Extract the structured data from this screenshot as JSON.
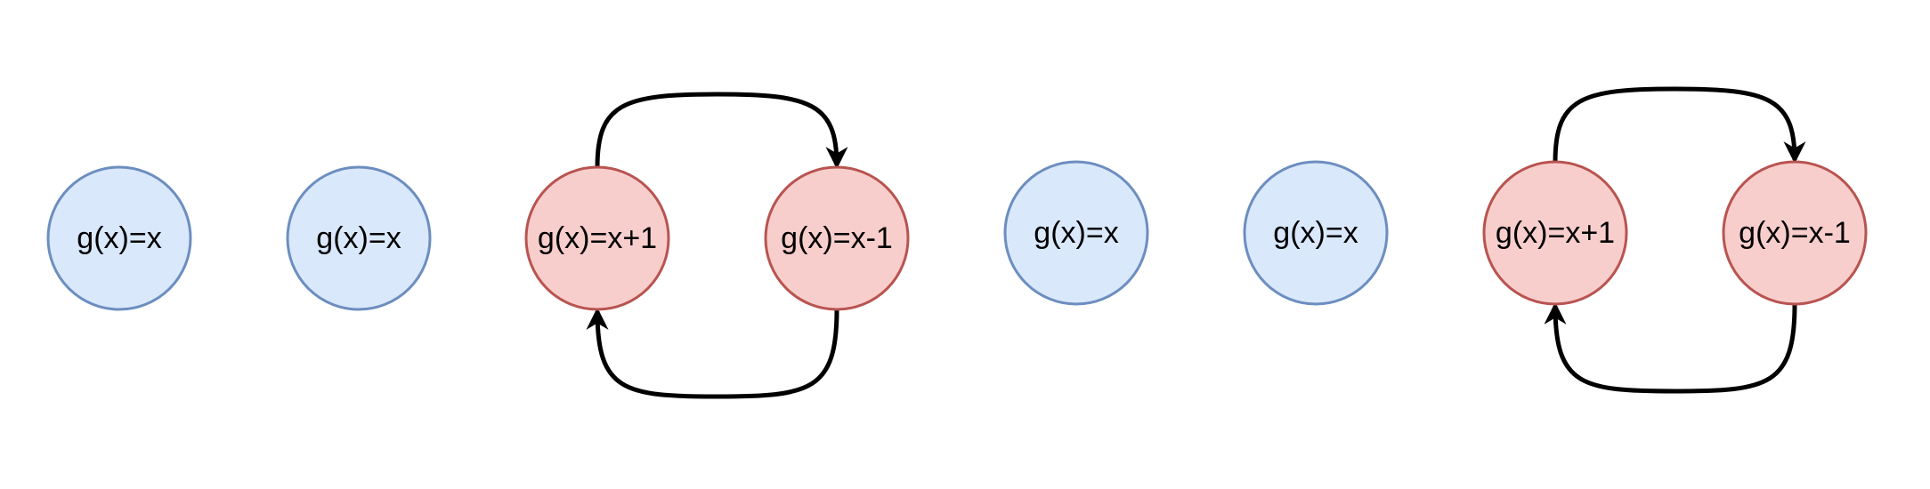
{
  "colors": {
    "identity_fill": "#dae8fc",
    "identity_stroke": "#6c8ebf",
    "shift_fill": "#f8cecc",
    "shift_stroke": "#b85450",
    "edge": "#000000",
    "background": "#ffffff"
  },
  "nodes": [
    {
      "label": "g(x)=x",
      "kind": "identity"
    },
    {
      "label": "g(x)=x",
      "kind": "identity"
    },
    {
      "label": "g(x)=x+1",
      "kind": "shift"
    },
    {
      "label": "g(x)=x-1",
      "kind": "shift"
    },
    {
      "label": "g(x)=x",
      "kind": "identity"
    },
    {
      "label": "g(x)=x",
      "kind": "identity"
    },
    {
      "label": "g(x)=x+1",
      "kind": "shift"
    },
    {
      "label": "g(x)=x-1",
      "kind": "shift"
    }
  ],
  "edges": [
    {
      "from": 2,
      "to": 3,
      "route": "over"
    },
    {
      "from": 3,
      "to": 2,
      "route": "under"
    },
    {
      "from": 6,
      "to": 7,
      "route": "over"
    },
    {
      "from": 7,
      "to": 6,
      "route": "under"
    }
  ]
}
